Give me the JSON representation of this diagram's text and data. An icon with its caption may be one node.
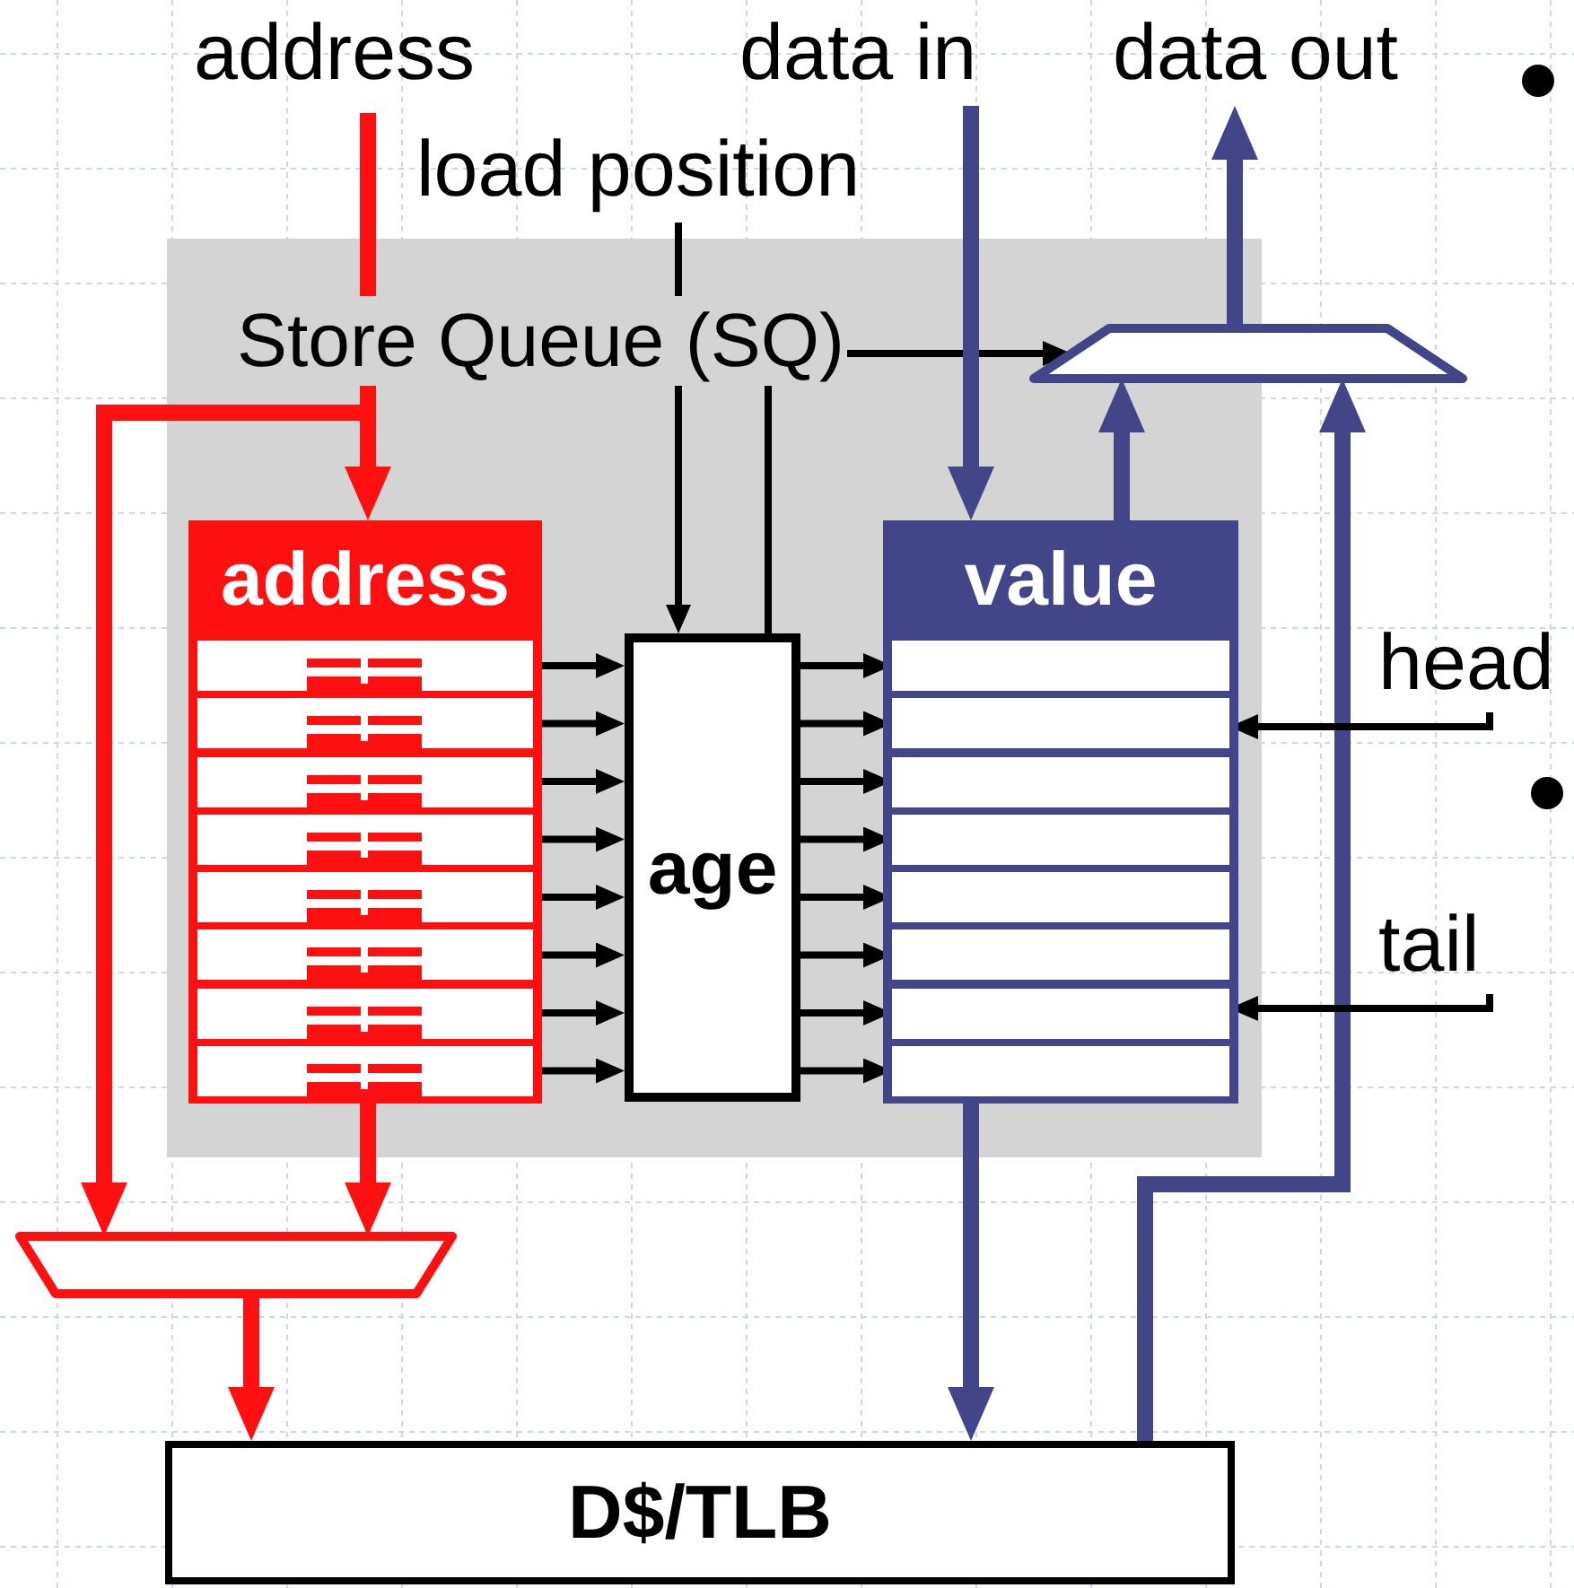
{
  "diagram": {
    "nodes": [
      {
        "text": [
          "Store Queue (SQ)"
        ]
      },
      {
        "text": [
          "address"
        ],
        "in": 0
      },
      {
        "text": [],
        "shape": "box",
        "in": 1
      },
      {
        "text": [],
        "shape": "box",
        "in": 1
      },
      {
        "text": [],
        "shape": "box",
        "in": 1
      },
      {
        "text": [],
        "shape": "box",
        "in": 1
      },
      {
        "text": [],
        "shape": "box",
        "in": 1
      },
      {
        "text": [],
        "shape": "box",
        "in": 1
      },
      {
        "text": [],
        "shape": "box",
        "in": 1
      },
      {
        "text": [],
        "shape": "box",
        "in": 1
      },
      {
        "text": [
          "age"
        ],
        "in": 0
      },
      {
        "text": [
          "value"
        ],
        "in": 0
      },
      {
        "text": [],
        "shape": "box",
        "in": 11
      },
      {
        "text": [],
        "shape": "box",
        "in": 11
      },
      {
        "text": [],
        "shape": "box",
        "in": 11
      },
      {
        "text": [],
        "shape": "box",
        "in": 11
      },
      {
        "text": [],
        "shape": "box",
        "in": 11
      },
      {
        "text": [],
        "shape": "box",
        "in": 11
      },
      {
        "text": [],
        "shape": "box",
        "in": 11
      },
      {
        "text": [],
        "shape": "box",
        "in": 11
      },
      {
        "text": [],
        "shape": "trapezoid"
      },
      {
        "text": [],
        "shape": "trapezoid"
      },
      {
        "text": [
          "D$/TLB"
        ]
      },
      {
        "text": [
          "address"
        ]
      },
      {
        "text": [
          "load position"
        ]
      },
      {
        "text": [
          "data in"
        ]
      },
      {
        "text": [
          "data out"
        ]
      },
      {
        "text": [
          "head"
        ]
      },
      {
        "text": [
          "tail"
        ]
      }
    ],
    "edges": [
      {
        "from": 23,
        "to": 1,
        "arrow": "to",
        "style": "thick",
        "color": "#ff1010"
      },
      {
        "from": 23,
        "to": 21,
        "arrow": "to",
        "style": "thick",
        "color": "#ff1010"
      },
      {
        "from": 1,
        "to": 21,
        "arrow": "to",
        "style": "thick",
        "color": "#ff1010"
      },
      {
        "from": 21,
        "to": 22,
        "arrow": "to",
        "style": "thick",
        "color": "#ff1010"
      },
      {
        "from": 24,
        "to": 10,
        "arrow": "to"
      },
      {
        "from": 10,
        "to": 20,
        "arrow": "to"
      },
      {
        "from": 25,
        "to": 11,
        "arrow": "to",
        "style": "thick",
        "color": "#424688"
      },
      {
        "from": 11,
        "to": 20,
        "arrow": "to",
        "style": "thick",
        "color": "#424688"
      },
      {
        "from": 11,
        "to": 22,
        "arrow": "to",
        "style": "thick",
        "color": "#424688"
      },
      {
        "from": 22,
        "to": 20,
        "arrow": "to",
        "style": "thick",
        "color": "#424688"
      },
      {
        "from": 20,
        "to": 26,
        "arrow": "to",
        "style": "thick",
        "color": "#424688"
      },
      {
        "from": 2,
        "to": 10,
        "arrow": "to"
      },
      {
        "from": 3,
        "to": 10,
        "arrow": "to"
      },
      {
        "from": 4,
        "to": 10,
        "arrow": "to"
      },
      {
        "from": 5,
        "to": 10,
        "arrow": "to"
      },
      {
        "from": 6,
        "to": 10,
        "arrow": "to"
      },
      {
        "from": 7,
        "to": 10,
        "arrow": "to"
      },
      {
        "from": 8,
        "to": 10,
        "arrow": "to"
      },
      {
        "from": 9,
        "to": 10,
        "arrow": "to"
      },
      {
        "from": 10,
        "to": 12,
        "arrow": "to"
      },
      {
        "from": 10,
        "to": 13,
        "arrow": "to"
      },
      {
        "from": 10,
        "to": 14,
        "arrow": "to"
      },
      {
        "from": 10,
        "to": 15,
        "arrow": "to"
      },
      {
        "from": 10,
        "to": 16,
        "arrow": "to"
      },
      {
        "from": 10,
        "to": 17,
        "arrow": "to"
      },
      {
        "from": 10,
        "to": 18,
        "arrow": "to"
      },
      {
        "from": 10,
        "to": 19,
        "arrow": "to"
      },
      {
        "from": 27,
        "to": 13,
        "arrow": "to"
      },
      {
        "from": 28,
        "to": 18,
        "arrow": "to"
      }
    ]
  }
}
